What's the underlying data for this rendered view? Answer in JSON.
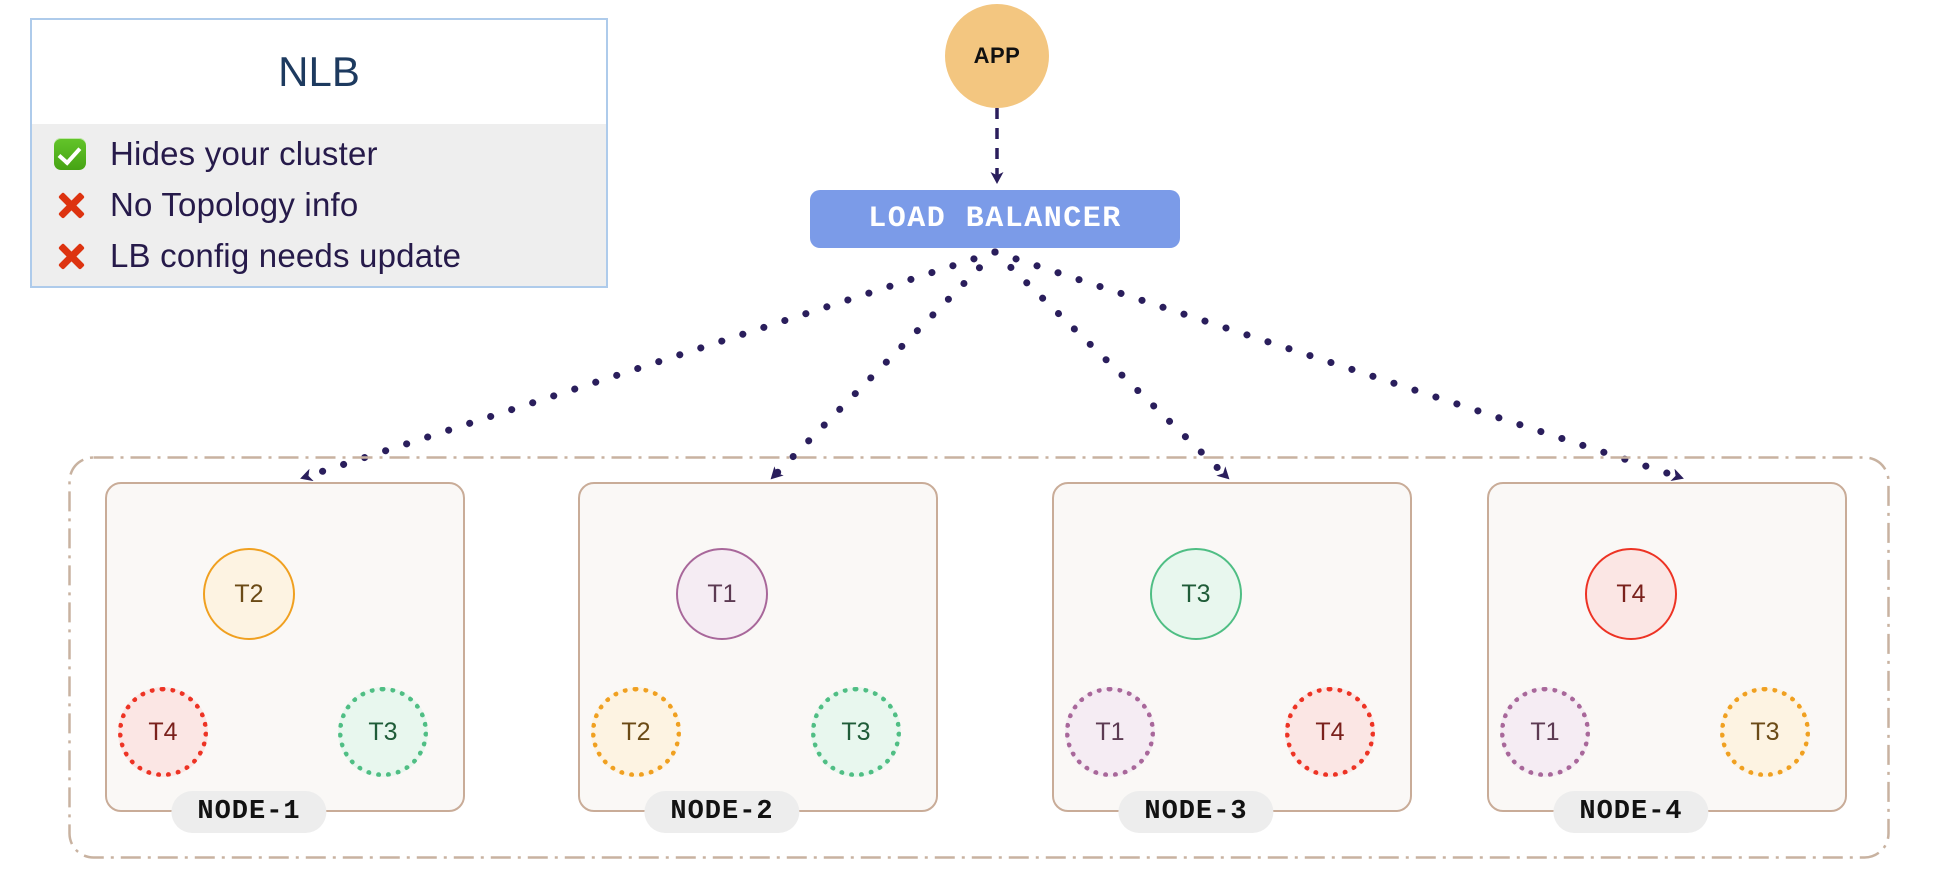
{
  "legend": {
    "title": "NLB",
    "items": [
      {
        "mark": "check-icon",
        "text": "Hides your cluster"
      },
      {
        "mark": "cross-icon",
        "text": "No Topology info"
      },
      {
        "mark": "cross-icon",
        "text": "LB config needs update"
      }
    ]
  },
  "app": {
    "label": "APP",
    "color": "#f3c680"
  },
  "load_balancer": {
    "label": "LOAD  BALANCER",
    "color": "#7b9be8",
    "text_color": "#ffffff"
  },
  "cluster": {
    "border_color": "#c8b2a0"
  },
  "edge_color": "#2a1e5c",
  "palette": {
    "T1": {
      "border": "#a8679a",
      "fill": "#f5ecf3",
      "text": "#5c3a52"
    },
    "T2": {
      "border": "#f0a020",
      "fill": "#fdf3e2",
      "text": "#6b4a16"
    },
    "T3_green": {
      "border": "#4fbe84",
      "fill": "#e8f7ee",
      "text": "#1f5c38"
    },
    "T3_orange": {
      "border": "#f0a020",
      "fill": "#fdf3e2",
      "text": "#6b4a16"
    },
    "T4": {
      "border": "#ed3324",
      "fill": "#fbe6e4",
      "text": "#7a211c"
    }
  },
  "nodes": [
    {
      "label": "NODE-1",
      "primary": {
        "task": "T2",
        "style": "solid",
        "palette": "T2"
      },
      "replicas": [
        {
          "task": "T4",
          "style": "dotted",
          "palette": "T4"
        },
        {
          "task": "T3",
          "style": "dotted",
          "palette": "T3_green"
        }
      ]
    },
    {
      "label": "NODE-2",
      "primary": {
        "task": "T1",
        "style": "solid",
        "palette": "T1"
      },
      "replicas": [
        {
          "task": "T2",
          "style": "dotted",
          "palette": "T2"
        },
        {
          "task": "T3",
          "style": "dotted",
          "palette": "T3_green"
        }
      ]
    },
    {
      "label": "NODE-3",
      "primary": {
        "task": "T3",
        "style": "solid",
        "palette": "T3_green"
      },
      "replicas": [
        {
          "task": "T1",
          "style": "dotted",
          "palette": "T1"
        },
        {
          "task": "T4",
          "style": "dotted",
          "palette": "T4"
        }
      ]
    },
    {
      "label": "NODE-4",
      "primary": {
        "task": "T4",
        "style": "solid",
        "palette": "T4"
      },
      "replicas": [
        {
          "task": "T1",
          "style": "dotted",
          "palette": "T1"
        },
        {
          "task": "T3",
          "style": "dotted",
          "palette": "T3_orange"
        }
      ]
    }
  ]
}
